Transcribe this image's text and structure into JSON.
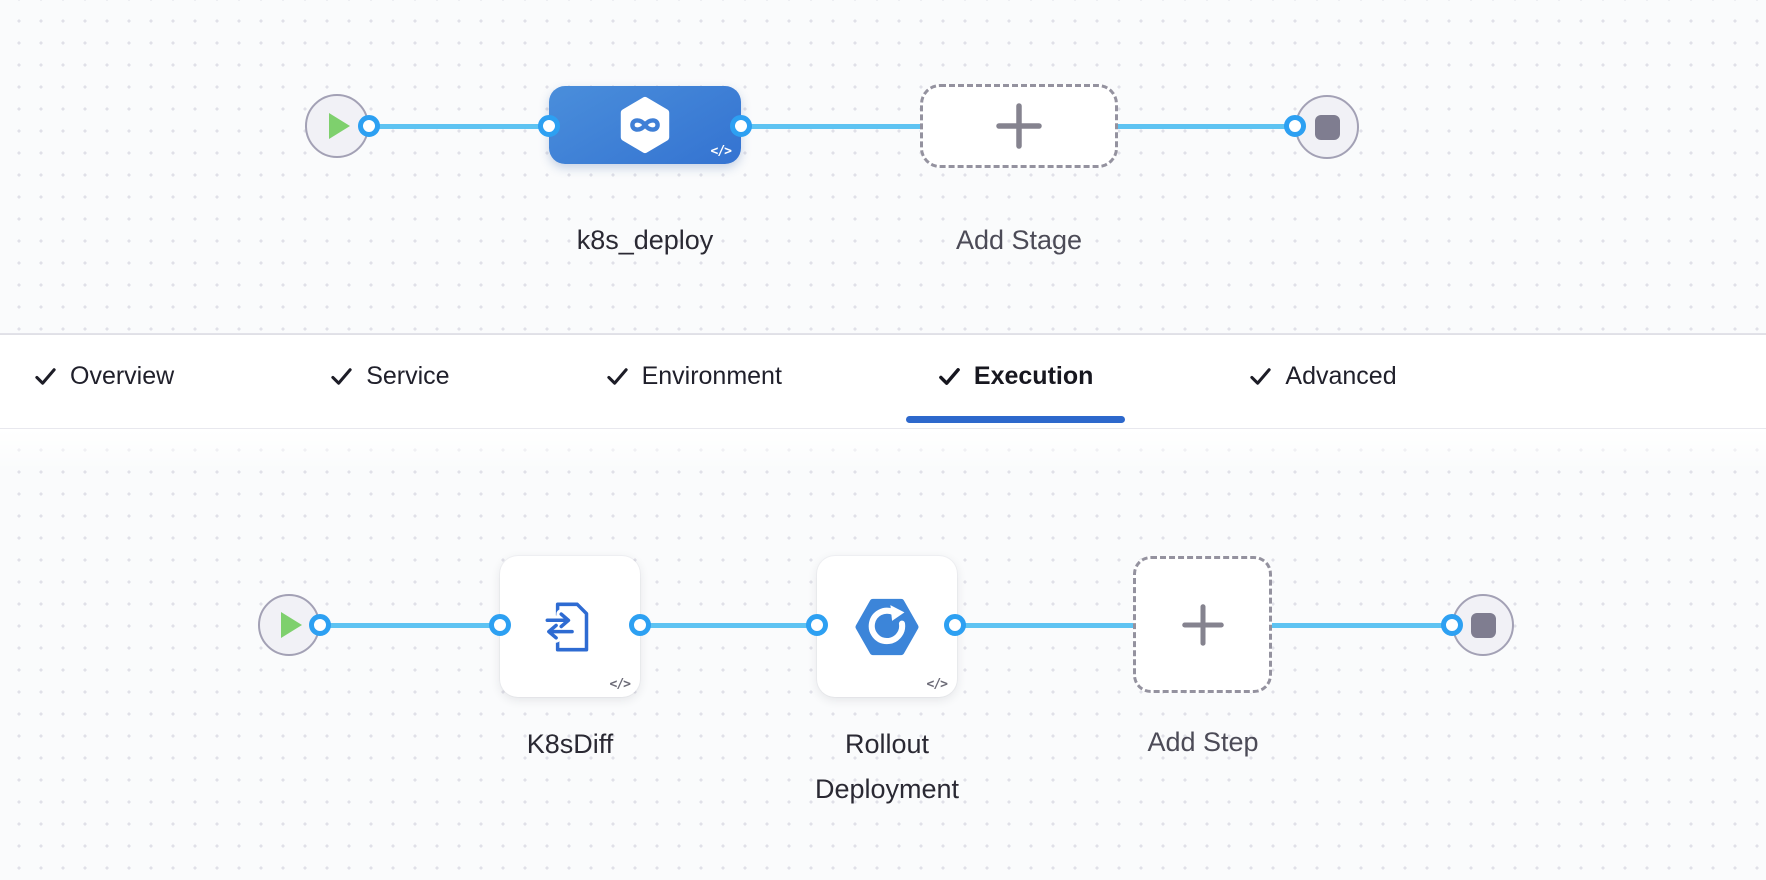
{
  "stage_canvas": {
    "stage": {
      "name": "k8s_deploy",
      "code_badge": "</>"
    },
    "add_stage": {
      "label": "Add Stage"
    }
  },
  "tab_bar": {
    "tabs": [
      {
        "label": "Overview",
        "completed": true,
        "active": false
      },
      {
        "label": "Service",
        "completed": true,
        "active": false
      },
      {
        "label": "Environment",
        "completed": true,
        "active": false
      },
      {
        "label": "Execution",
        "completed": true,
        "active": true
      },
      {
        "label": "Advanced",
        "completed": true,
        "active": false
      }
    ]
  },
  "execution_canvas": {
    "steps": [
      {
        "name": "K8sDiff",
        "code_badge": "</>",
        "icon": "k8s-diff-icon"
      },
      {
        "name": "Rollout Deployment",
        "code_badge": "</>",
        "icon": "rollout-deployment-icon"
      }
    ],
    "add_step": {
      "label": "Add Step"
    }
  },
  "colors": {
    "stage_node_blue": "#3f7fd6",
    "connector_line": "#5ec3f2",
    "connector_ring": "#2da0f2",
    "active_tab_underline": "#2d68cc",
    "play_triangle_green": "#7ed06d",
    "stop_square_gray": "#7f7d90",
    "step_icon_blue": "#2e6bd2",
    "canvas_background": "#fafbfc"
  }
}
